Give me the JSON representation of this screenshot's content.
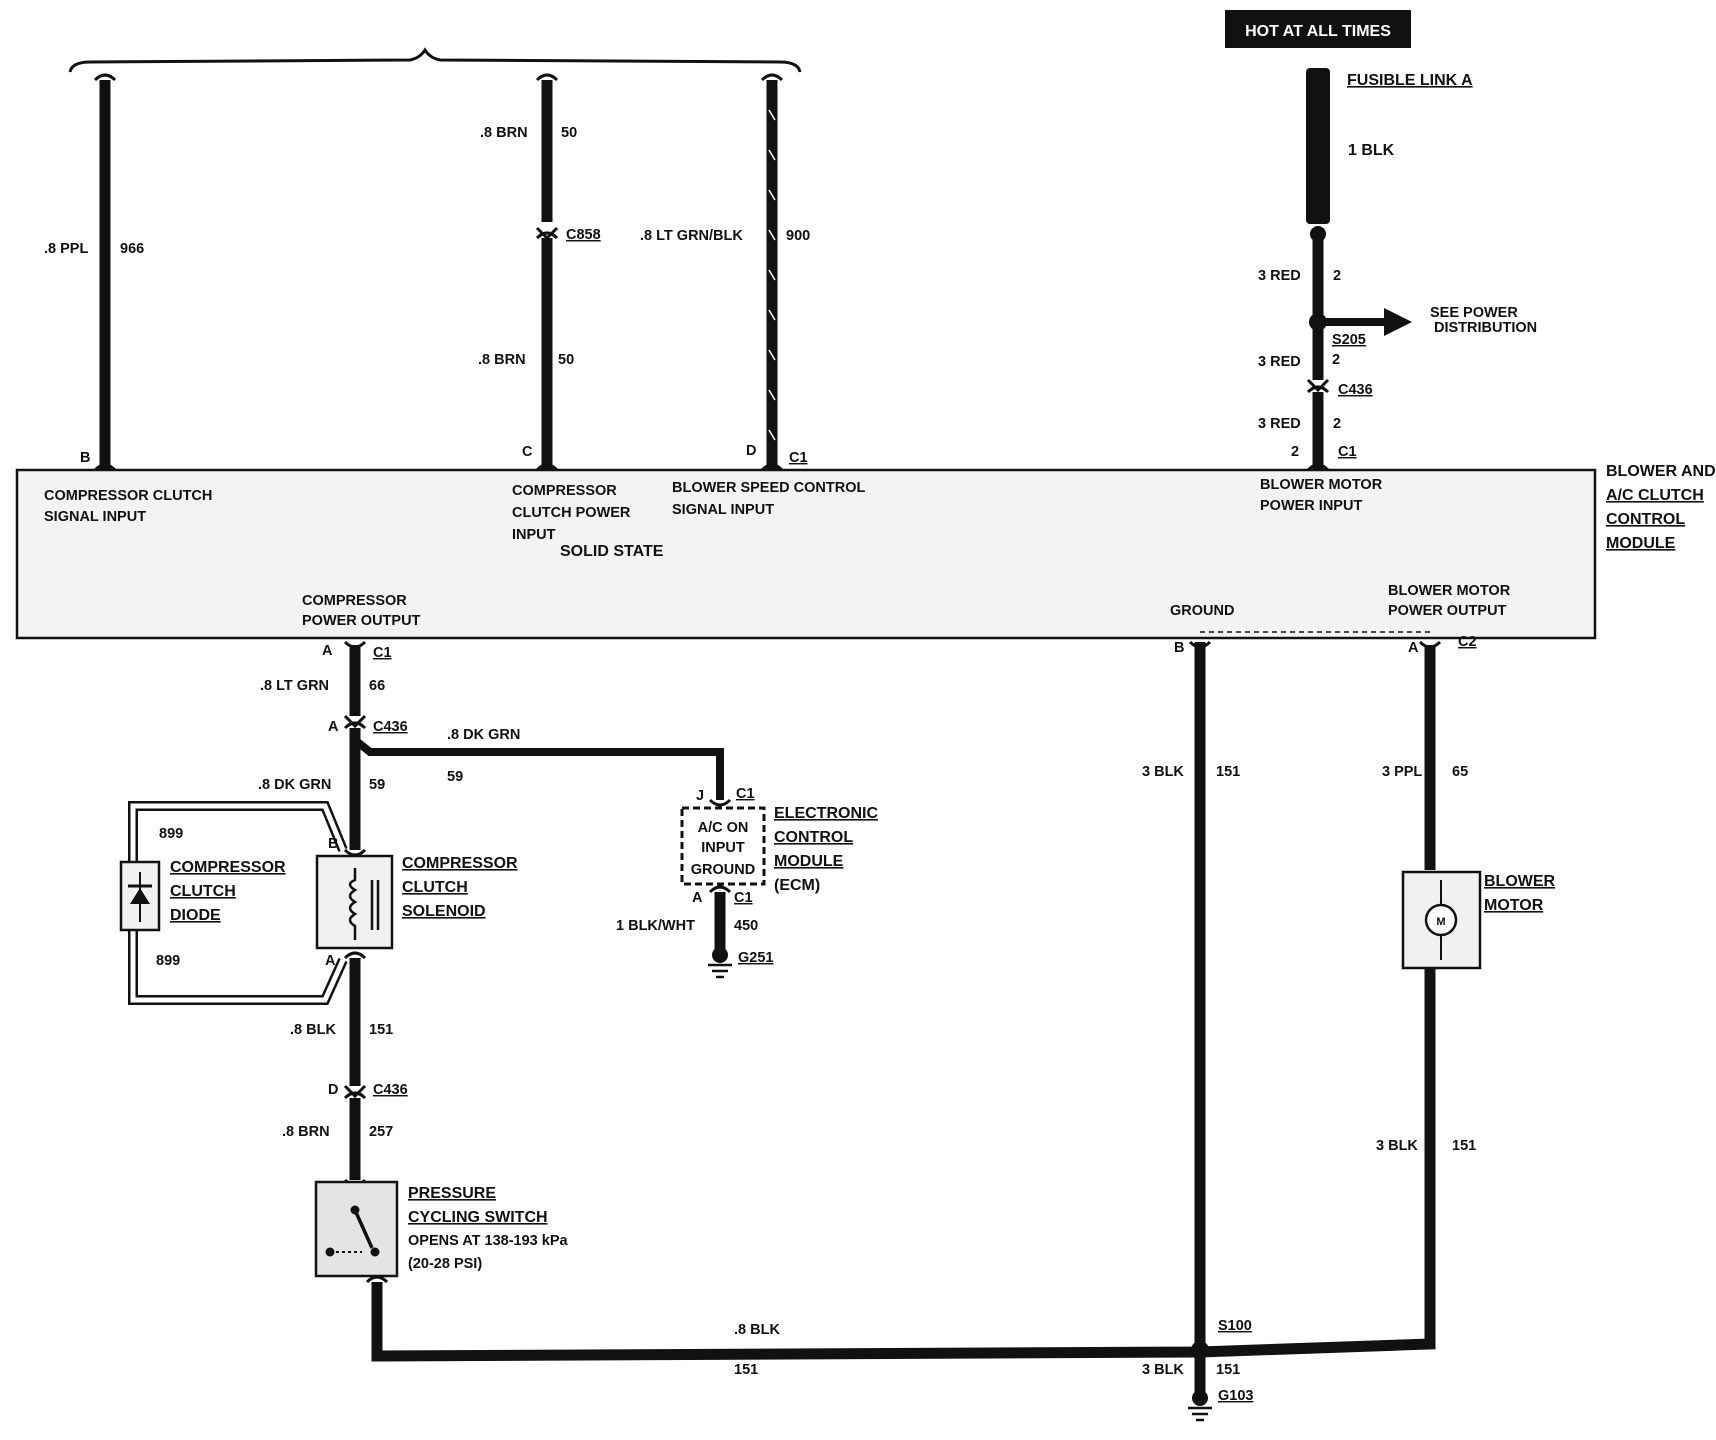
{
  "top": {
    "hot_label": "HOT AT ALL TIMES",
    "fusible_link": "FUSIBLE LINK A",
    "fusible_wire": "1 BLK"
  },
  "wires": {
    "w966_color": ".8 PPL",
    "w966_num": "966",
    "w50a_color": ".8 BRN",
    "w50a_num": "50",
    "c858": "C858",
    "w50b_color": ".8 BRN",
    "w50b_num": "50",
    "w900_color": ".8 LT GRN/BLK",
    "w900_num": "900",
    "w2a_color": "3 RED",
    "w2a_num": "2",
    "s205": "S205",
    "w2b_color": "3 RED",
    "w2b_num": "2",
    "c436_top": "C436",
    "w2c_color": "3 RED",
    "w2c_num": "2",
    "see_power_1": "SEE POWER",
    "see_power_2": "DISTRIBUTION",
    "w66_color": ".8 LT GRN",
    "w66_num": "66",
    "w59_dk_grn": ".8 DK GRN",
    "w59_num_h": "59",
    "w59_color": ".8 DK GRN",
    "w59_num": "59",
    "w899_a": "899",
    "w899_b": "899",
    "w151a_color": ".8 BLK",
    "w151a_num": "151",
    "w257_color": ".8 BRN",
    "w257_num": "257",
    "w450_color": "1 BLK/WHT",
    "w450_num": "450",
    "w151b_color": "3 BLK",
    "w151b_num": "151",
    "w65_color": "3 PPL",
    "w65_num": "65",
    "w151c_color": "3 BLK",
    "w151c_num": "151",
    "w151d_color": ".8 BLK",
    "w151d_num": "151",
    "s100": "S100",
    "w151e_color": "3 BLK",
    "w151e_num": "151",
    "g103": "G103",
    "g251": "G251"
  },
  "module": {
    "title_1": "BLOWER AND",
    "title_2": "A/C CLUTCH",
    "title_3": "CONTROL",
    "title_4": "MODULE",
    "center": "SOLID STATE",
    "pin_b_top": "B",
    "pin_c_top": "C",
    "pin_d_top": "D",
    "c1_top": "C1",
    "pin_2_top": "2",
    "c1_top_r": "C1",
    "comp_signal_1": "COMPRESSOR CLUTCH",
    "comp_signal_2": "SIGNAL INPUT",
    "comp_power_1": "COMPRESSOR",
    "comp_power_2": "CLUTCH POWER",
    "comp_power_3": "INPUT",
    "blower_speed_1": "BLOWER SPEED CONTROL",
    "blower_speed_2": "SIGNAL INPUT",
    "blower_in_1": "BLOWER MOTOR",
    "blower_in_2": "POWER INPUT",
    "comp_out_1": "COMPRESSOR",
    "comp_out_2": "POWER OUTPUT",
    "ground": "GROUND",
    "blower_out_1": "BLOWER MOTOR",
    "blower_out_2": "POWER OUTPUT"
  },
  "connectors": {
    "a_c1": "A",
    "c1_a": "C1",
    "a_c436": "A",
    "c436_a": "C436",
    "b_sol": "B",
    "a_sol": "A",
    "d_c436": "D",
    "c436_d": "C436",
    "b_gnd": "B",
    "a_c2": "A",
    "c2": "C2",
    "j_ecm": "J",
    "c1_ecm": "C1",
    "a_ecm": "A",
    "c1_ecm2": "C1"
  },
  "components": {
    "diode_1": "COMPRESSOR",
    "diode_2": "CLUTCH",
    "diode_3": "DIODE",
    "sol_1": "COMPRESSOR",
    "sol_2": "CLUTCH",
    "sol_3": "SOLENOID",
    "ecm_box_1": "A/C ON",
    "ecm_box_2": "INPUT",
    "ecm_box_3": "GROUND",
    "ecm_1": "ELECTRONIC",
    "ecm_2": "CONTROL",
    "ecm_3": "MODULE",
    "ecm_4": "(ECM)",
    "blower_1": "BLOWER",
    "blower_2": "MOTOR",
    "motor_m": "M",
    "psw_1": "PRESSURE",
    "psw_2": "CYCLING SWITCH",
    "psw_3": "OPENS AT 138-193 kPa",
    "psw_4": "(20-28 PSI)"
  }
}
